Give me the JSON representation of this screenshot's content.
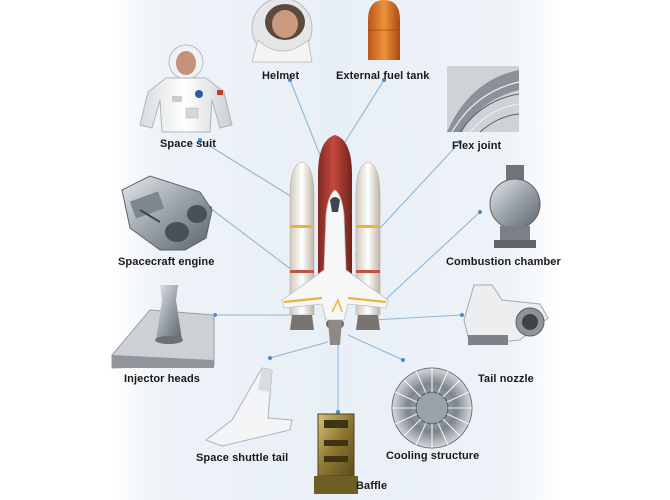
{
  "diagram": {
    "labels": {
      "helmet": "Helmet",
      "external_fuel_tank": "External fuel tank",
      "space_suit": "Space suit",
      "flex_joint": "Flex joint",
      "spacecraft_engine": "Spacecraft engine",
      "combustion_chamber": "Combustion chamber",
      "injector_heads": "Injector heads",
      "tail_nozzle": "Tail nozzle",
      "space_shuttle_tail": "Space shuttle tail",
      "cooling_structure": "Cooling structure",
      "baffle": "Baffle"
    },
    "colors": {
      "connector_line": "#8fb6d9",
      "connector_dot": "#4a8cc8",
      "tank": "#b8443a",
      "booster": "#f2ede6",
      "orbiter": "#f7f7f7",
      "accent_stripe": "#e8b43a"
    }
  }
}
